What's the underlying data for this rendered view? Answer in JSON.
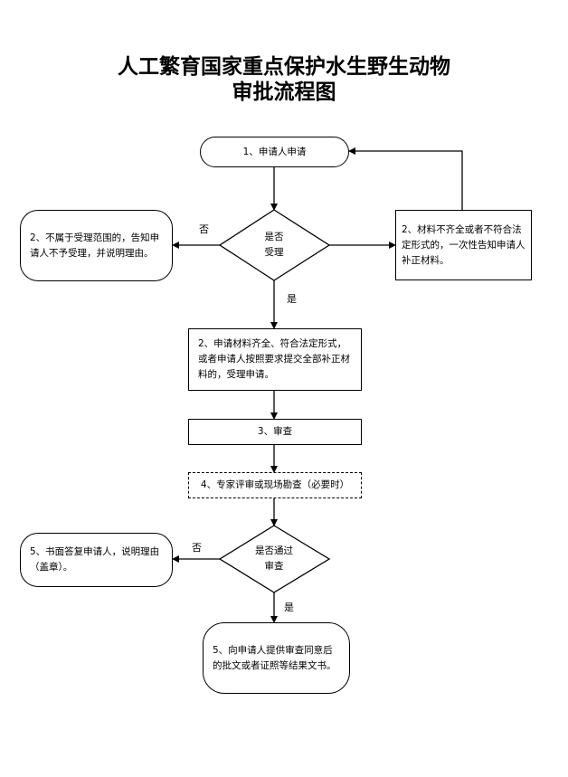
{
  "title": {
    "line1": "人工繁育国家重点保护水生野生动物",
    "line2": "审批流程图"
  },
  "nodes": {
    "apply": "1、申请人申请",
    "reject_scope": "2、不属于受理范围的，告知申请人不予受理，并说明理由。",
    "decision_accept": "是否\n受理",
    "supplement": "2、材料不齐全或者不符合法定形式的，一次性告知申请人补正材料。",
    "accept": "2、申请材料齐全、符合法定形式，或者申请人按照要求提交全部补正材料的，受理申请。",
    "review": "3、审查",
    "expert": "4、专家评审或现场勘查（必要时）",
    "decision_pass": "是否通过\n审查",
    "reject_written": "5、书面答复申请人，说明理由（盖章）。",
    "approve": "5、向申请人提供审查同意后的批文或者证照等结果文书。"
  },
  "edges": {
    "no_1": "否",
    "yes_1": "是",
    "no_2": "否",
    "yes_2": "是"
  }
}
